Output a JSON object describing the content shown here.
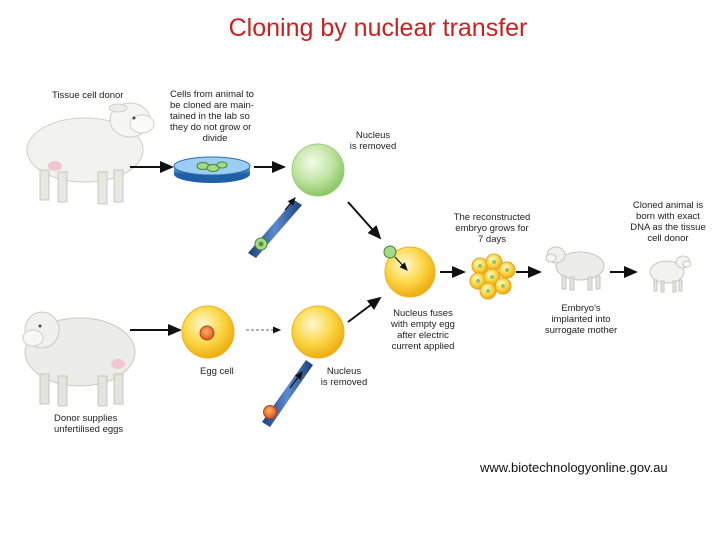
{
  "title": "Cloning by nuclear transfer",
  "labels": {
    "tissue_donor": "Tissue cell donor",
    "cells_line1": "Cells from animal to",
    "cells_line2": "be cloned are main-",
    "cells_line3": "tained in the lab so",
    "cells_line4": "they do not grow or",
    "cells_line5": "divide",
    "nucleus_removed_top_1": "Nucleus",
    "nucleus_removed_top_2": "is removed",
    "reconstructed_1": "The reconstructed",
    "reconstructed_2": "embryo grows for",
    "reconstructed_3": "7 days",
    "cloned_1": "Cloned animal is",
    "cloned_2": "born with exact",
    "cloned_3": "DNA as the tissue",
    "cloned_4": "cell donor",
    "fuses_1": "Nucleus fuses",
    "fuses_2": "with empty egg",
    "fuses_3": "after electric",
    "fuses_4": "current applied",
    "embryos_1": "Embryo's",
    "embryos_2": "implanted into",
    "embryos_3": "surrogate mother",
    "egg_cell": "Egg cell",
    "nucleus_removed_bot_1": "Nucleus",
    "nucleus_removed_bot_2": "is removed",
    "donor_eggs_1": "Donor supplies",
    "donor_eggs_2": "unfertilised eggs"
  },
  "source": "www.biotechnologyonline.gov.au",
  "colors": {
    "title": "#cc2020",
    "green_cell": "#a8d88a",
    "yellow_cell": "#f7c21a",
    "nucleus_orange": "#e8641e",
    "dish_blue": "#2b6db0"
  }
}
